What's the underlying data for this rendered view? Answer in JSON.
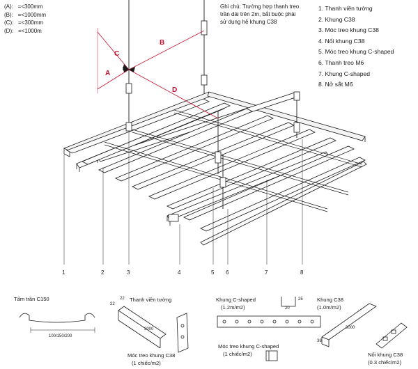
{
  "dimensions": [
    {
      "label": "(A):",
      "value": "=<300mm"
    },
    {
      "label": "(B):",
      "value": "=<1000mm"
    },
    {
      "label": "(C):",
      "value": "=<300mm"
    },
    {
      "label": "(D):",
      "value": "=<1000m"
    }
  ],
  "note": {
    "lines": [
      "Ghi chú: Trường hợp thanh treo",
      "trần dài trên 2m, bắt buộc phải",
      "sử dụng hệ khung C38"
    ]
  },
  "legend": [
    "1. Thanh viền tường",
    "2. Khung C38",
    "3. Móc treo khung C38",
    "4. Nối khung C38",
    "5. Móc treo khung C-shaped",
    "6. Thanh treo M6",
    "7. Khung C-shaped",
    "8. Nở sắt M6"
  ],
  "dimension_letters": {
    "a": "A",
    "b": "B",
    "c": "C",
    "d": "D"
  },
  "callout_numbers": [
    "1",
    "2",
    "3",
    "4",
    "5",
    "6",
    "7",
    "8"
  ],
  "components": {
    "tam_tran": {
      "title": "Tấm trần C150",
      "size": "100/150/200"
    },
    "thanh_vien": {
      "title": "Thanh viền tường",
      "dim1": "22",
      "dim2": "22",
      "length": "3000"
    },
    "moc_c38": {
      "title": "Móc treo khung C38",
      "qty": "(1 chiếc/m2)"
    },
    "khung_c": {
      "title": "Khung C-shaped",
      "qty": "(1.2m/m2)",
      "dim1": "20",
      "dim2": "25"
    },
    "moc_c": {
      "title": "Móc treo khung C-shaped",
      "qty": "(1 chiếc/m2)"
    },
    "khung_c38": {
      "title": "Khung C38",
      "qty": "(1.0m/m2)",
      "dim": "38",
      "length": "3000"
    },
    "noi_c38": {
      "title": "Nối khung C38",
      "qty": "(0.3 chiếc/m2)"
    }
  },
  "colors": {
    "line": "#1a1a1a",
    "dimension": "#c8102e",
    "panel": "#f2f2f2"
  }
}
